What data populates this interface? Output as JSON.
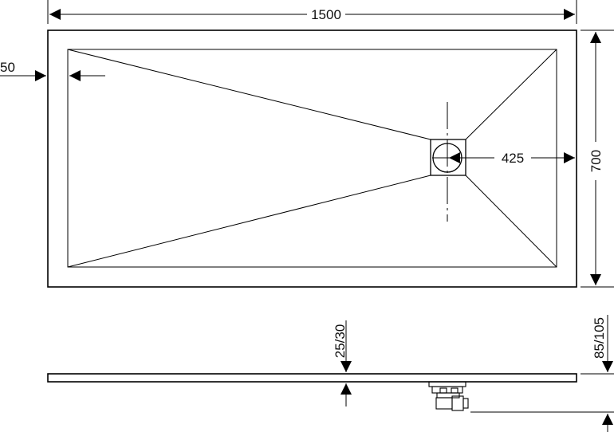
{
  "dimensions": {
    "width": "1500",
    "height": "700",
    "rim": "50",
    "drain_offset": "425",
    "thickness": "25/30",
    "total_height": "85/105"
  }
}
